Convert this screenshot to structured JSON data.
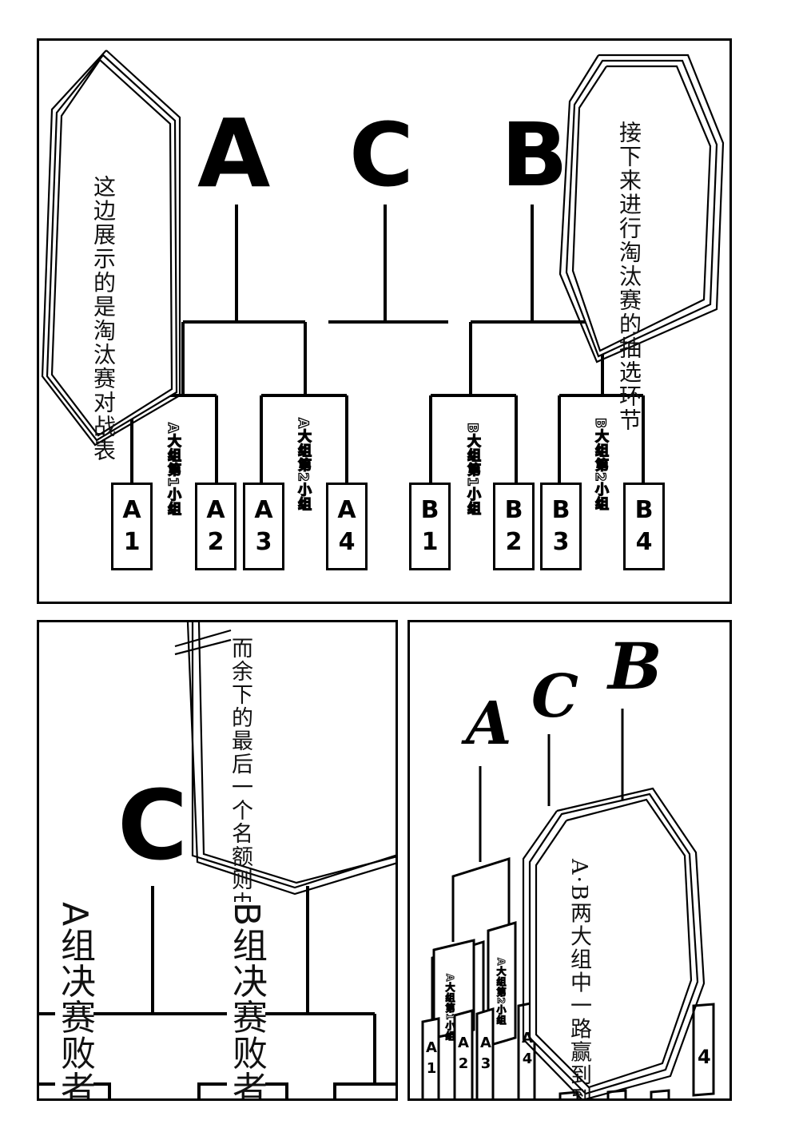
{
  "panel1": {
    "letters": {
      "a": "A",
      "c": "C",
      "b": "B"
    },
    "bubble_left": "这边展示的是淘汰赛对战表",
    "bubble_right": "接下来进行淘汰赛的抽选环节",
    "slots": [
      {
        "letter": "A",
        "num": "1"
      },
      {
        "letter": "A",
        "num": "2"
      },
      {
        "letter": "A",
        "num": "3"
      },
      {
        "letter": "A",
        "num": "4"
      },
      {
        "letter": "B",
        "num": "1"
      },
      {
        "letter": "B",
        "num": "2"
      },
      {
        "letter": "B",
        "num": "3"
      },
      {
        "letter": "B",
        "num": "4"
      }
    ],
    "group_labels": [
      "A大组第1小组",
      "A大组第2小组",
      "B大组第1小组",
      "B大组第2小组"
    ]
  },
  "panel2": {
    "letter_c": "C",
    "bubble": "而余下的最后一个名额则由在A·B组决赛中输掉的两位选手经过复活赛决定胜者也将成为日本代表！",
    "loser_a": "A组决赛败者",
    "loser_b": "B组决赛败者"
  },
  "panel3": {
    "letters": {
      "a": "A",
      "c": "C",
      "b": "B"
    },
    "bubble": "A·B两大组中一路赢到到最后的两位选手将直接被选为日本代表",
    "slots": [
      "A",
      "1",
      "A",
      "2",
      "A",
      "3",
      "A",
      "4",
      "4"
    ],
    "group_labels": [
      "A大组第1小组",
      "A大组第2小组"
    ]
  }
}
